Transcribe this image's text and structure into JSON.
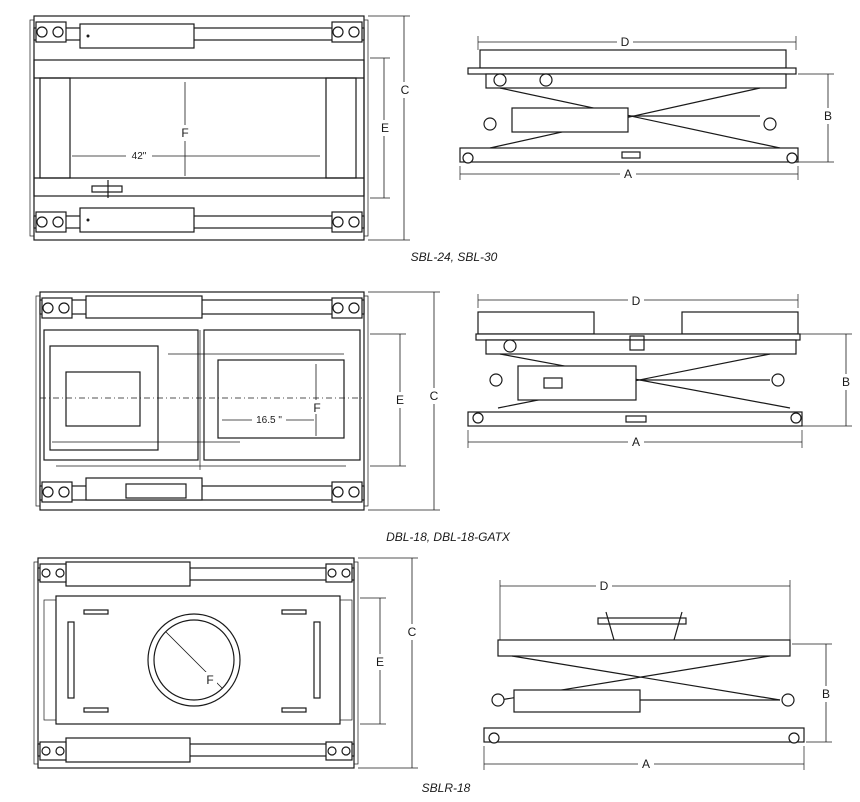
{
  "captions": {
    "row1": "SBL-24, SBL-30",
    "row2": "DBL-18, DBL-18-GATX",
    "row3": "SBLR-18"
  },
  "dimension_labels": {
    "A": "A",
    "B": "B",
    "C": "C",
    "D": "D",
    "E": "E",
    "F": "F"
  },
  "annotations": {
    "row1_width": "42\"",
    "row2_width": "16.5 \""
  }
}
